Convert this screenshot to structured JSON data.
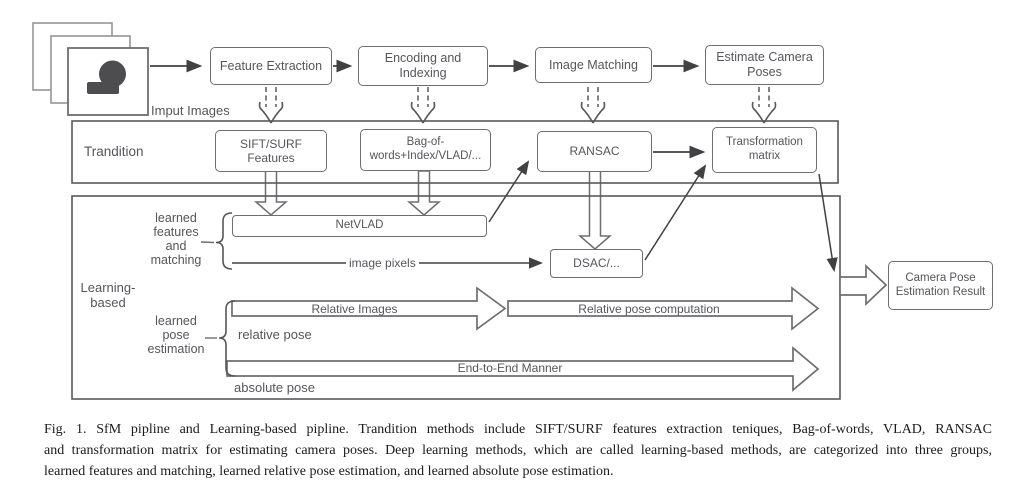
{
  "diagram": {
    "top_row": {
      "input_label": "Imput Images",
      "boxes": [
        {
          "label": "Feature Extraction"
        },
        {
          "label": "Encoding and\nIndexing"
        },
        {
          "label": "Image Matching"
        },
        {
          "label": "Estimate Camera\nPoses"
        }
      ]
    },
    "tradition": {
      "label": "Trandition",
      "boxes": [
        {
          "label": "SIFT/SURF\nFeatures"
        },
        {
          "label": "Bag-of-\nwords+Index/VLAD/..."
        },
        {
          "label": "RANSAC"
        },
        {
          "label": "Transformation\nmatrix"
        }
      ]
    },
    "learning": {
      "label": "Learning-\nbased",
      "groups": [
        {
          "label": "learned\nfeatures\nand\nmatching"
        },
        {
          "label": "learned\npose\nestimation"
        }
      ],
      "netvlad": "NetVLAD",
      "image_pixels": "image pixels",
      "dsac": "DSAC/...",
      "relative_pose": "relative pose",
      "absolute_pose": "absolute pose",
      "arrows": {
        "relative_images": "Relative Images",
        "relative_pose_computation": "Relative pose computation",
        "end_to_end": "End-to-End Manner"
      }
    },
    "result_box": "Camera Pose\nEstimation Result"
  },
  "caption": {
    "lines": [
      "Fig. 1.   SfM pipline and Learning-based pipline. Trandition methods include SIFT/SURF features extraction teniques,  Bag-of-words, VLAD,  RANSAC",
      "and transformation matrix for estimating camera poses. Deep learning methods, which are called learning-based methods, are categorized into three groups,",
      "learned features and matching, learned relative pose estimation, and learned absolute pose estimation."
    ]
  },
  "colors": {
    "line": "#6d6e71",
    "arrow": "#414042",
    "text": "#55565a",
    "caption_text": "#1a1a1a",
    "box_bg": "#ffffff",
    "blob": "#4d4d4f"
  }
}
